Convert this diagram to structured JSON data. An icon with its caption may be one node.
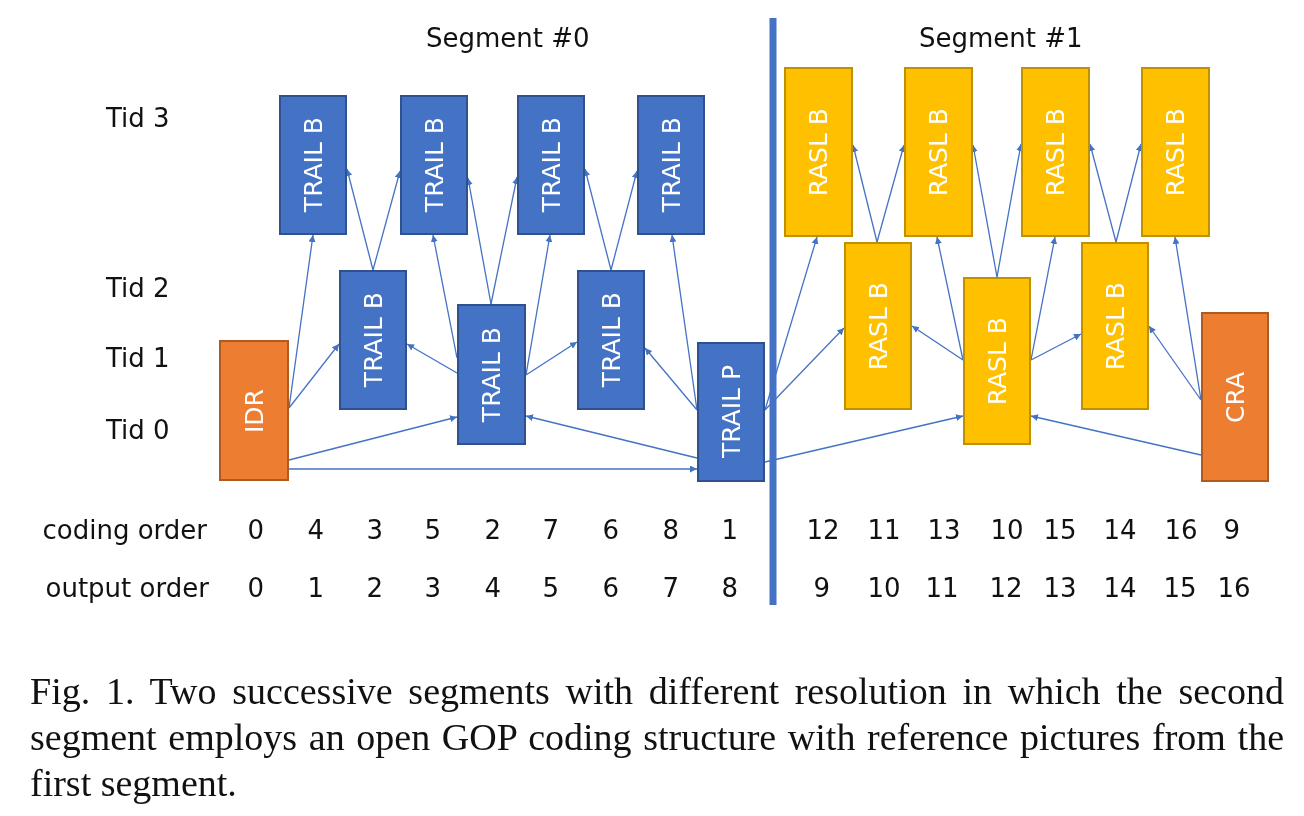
{
  "diagram": {
    "caption": "Fig. 1.  Two successive segments with different resolution in which the second segment employs an open GOP coding structure with reference pictures from the first segment.",
    "nodes": [
      {
        "text": [
          "IDR"
        ]
      },
      {
        "text": [
          "TRAIL B"
        ]
      },
      {
        "text": [
          "TRAIL B"
        ]
      },
      {
        "text": [
          "TRAIL B"
        ]
      },
      {
        "text": [
          "TRAIL B"
        ]
      },
      {
        "text": [
          "TRAIL B"
        ]
      },
      {
        "text": [
          "TRAIL B"
        ]
      },
      {
        "text": [
          "TRAIL B"
        ]
      },
      {
        "text": [
          "TRAIL P"
        ]
      },
      {
        "text": [
          "RASL B"
        ]
      },
      {
        "text": [
          "RASL B"
        ]
      },
      {
        "text": [
          "RASL B"
        ]
      },
      {
        "text": [
          "RASL B"
        ]
      },
      {
        "text": [
          "RASL B"
        ]
      },
      {
        "text": [
          "RASL B"
        ]
      },
      {
        "text": [
          "RASL B"
        ]
      },
      {
        "text": [
          "CRA"
        ]
      }
    ],
    "edges": [
      {
        "from": 0,
        "to": 1,
        "arrow": "to"
      },
      {
        "from": 0,
        "to": 2,
        "arrow": "to"
      },
      {
        "from": 0,
        "to": 4,
        "arrow": "to"
      },
      {
        "from": 0,
        "to": 8,
        "arrow": "to"
      },
      {
        "from": 2,
        "to": 1,
        "arrow": "to"
      },
      {
        "from": 2,
        "to": 3,
        "arrow": "to"
      },
      {
        "from": 4,
        "to": 2,
        "arrow": "to"
      },
      {
        "from": 4,
        "to": 3,
        "arrow": "to"
      },
      {
        "from": 4,
        "to": 3,
        "arrow": "to"
      },
      {
        "from": 4,
        "to": 5,
        "arrow": "to"
      },
      {
        "from": 4,
        "to": 5,
        "arrow": "to"
      },
      {
        "from": 4,
        "to": 6,
        "arrow": "to"
      },
      {
        "from": 6,
        "to": 5,
        "arrow": "to"
      },
      {
        "from": 6,
        "to": 7,
        "arrow": "to"
      },
      {
        "from": 8,
        "to": 4,
        "arrow": "to"
      },
      {
        "from": 8,
        "to": 6,
        "arrow": "to"
      },
      {
        "from": 8,
        "to": 7,
        "arrow": "to"
      },
      {
        "from": 8,
        "to": 9,
        "arrow": "to"
      },
      {
        "from": 8,
        "to": 10,
        "arrow": "to"
      },
      {
        "from": 8,
        "to": 12,
        "arrow": "to"
      },
      {
        "from": 10,
        "to": 9,
        "arrow": "to"
      },
      {
        "from": 10,
        "to": 11,
        "arrow": "to"
      },
      {
        "from": 12,
        "to": 10,
        "arrow": "to"
      },
      {
        "from": 12,
        "to": 11,
        "arrow": "to"
      },
      {
        "from": 12,
        "to": 11,
        "arrow": "to"
      },
      {
        "from": 12,
        "to": 13,
        "arrow": "to"
      },
      {
        "from": 12,
        "to": 13,
        "arrow": "to"
      },
      {
        "from": 12,
        "to": 14,
        "arrow": "to"
      },
      {
        "from": 14,
        "to": 13,
        "arrow": "to"
      },
      {
        "from": 14,
        "to": 15,
        "arrow": "to"
      },
      {
        "from": 16,
        "to": 12,
        "arrow": "to"
      },
      {
        "from": 16,
        "to": 14,
        "arrow": "to"
      },
      {
        "from": 16,
        "to": 15,
        "arrow": "to"
      }
    ],
    "labels": [
      "Segment #0",
      "Segment #1",
      "Tid 3",
      "Tid 2",
      "Tid 1",
      "Tid 0",
      "coding order",
      "0",
      "4",
      "3",
      "5",
      "2",
      "7",
      "6",
      "8",
      "1",
      "12",
      "11",
      "13",
      "10",
      "15",
      "14",
      "16",
      "9",
      "output order",
      "0",
      "1",
      "2",
      "3",
      "4",
      "5",
      "6",
      "7",
      "8",
      "9",
      "10",
      "11",
      "12",
      "13",
      "14",
      "15",
      "16"
    ]
  }
}
